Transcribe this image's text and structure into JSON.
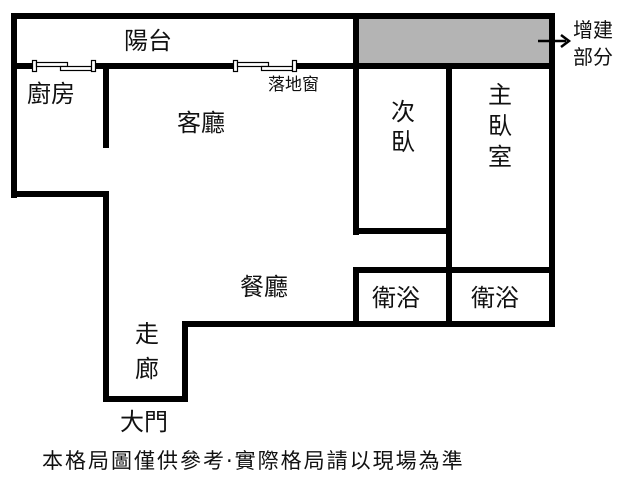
{
  "floorplan": {
    "rooms": {
      "balcony": "陽台",
      "kitchen": "廚房",
      "living_room": "客廳",
      "french_window": "落地窗",
      "second_bedroom": "次臥",
      "master_bedroom": "主臥室",
      "bathroom_1": "衛浴",
      "bathroom_2": "衛浴",
      "dining_room": "餐廳",
      "corridor": "走廊",
      "main_door": "大門"
    },
    "annotation": {
      "extension": "增建部分",
      "arrow_icon": "arrow-right"
    },
    "colors": {
      "wall": "#000000",
      "extension_fill": "#b4b4b4",
      "background": "#ffffff"
    }
  },
  "disclaimer": "本格局圖僅供參考·實際格局請以現場為準"
}
